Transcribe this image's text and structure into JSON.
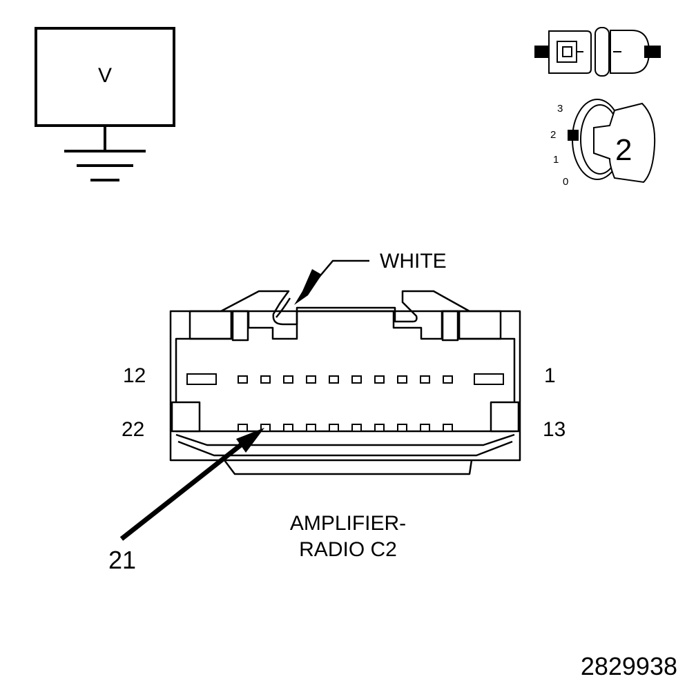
{
  "meter": {
    "display_label": "V",
    "icon": "voltmeter-icon"
  },
  "ignition": {
    "positions": [
      "3",
      "2",
      "1",
      "0"
    ],
    "key_position": "2",
    "icons": [
      "connector-disconnected-icon",
      "ignition-switch-icon"
    ]
  },
  "connector": {
    "color_label": "WHITE",
    "name_lines": [
      "AMPLIFIER-",
      "RADIO C2"
    ],
    "top_row_left_pin": "12",
    "top_row_right_pin": "1",
    "bottom_row_left_pin": "22",
    "bottom_row_right_pin": "13",
    "callout_pin": "21"
  },
  "figure_id": "2829938"
}
